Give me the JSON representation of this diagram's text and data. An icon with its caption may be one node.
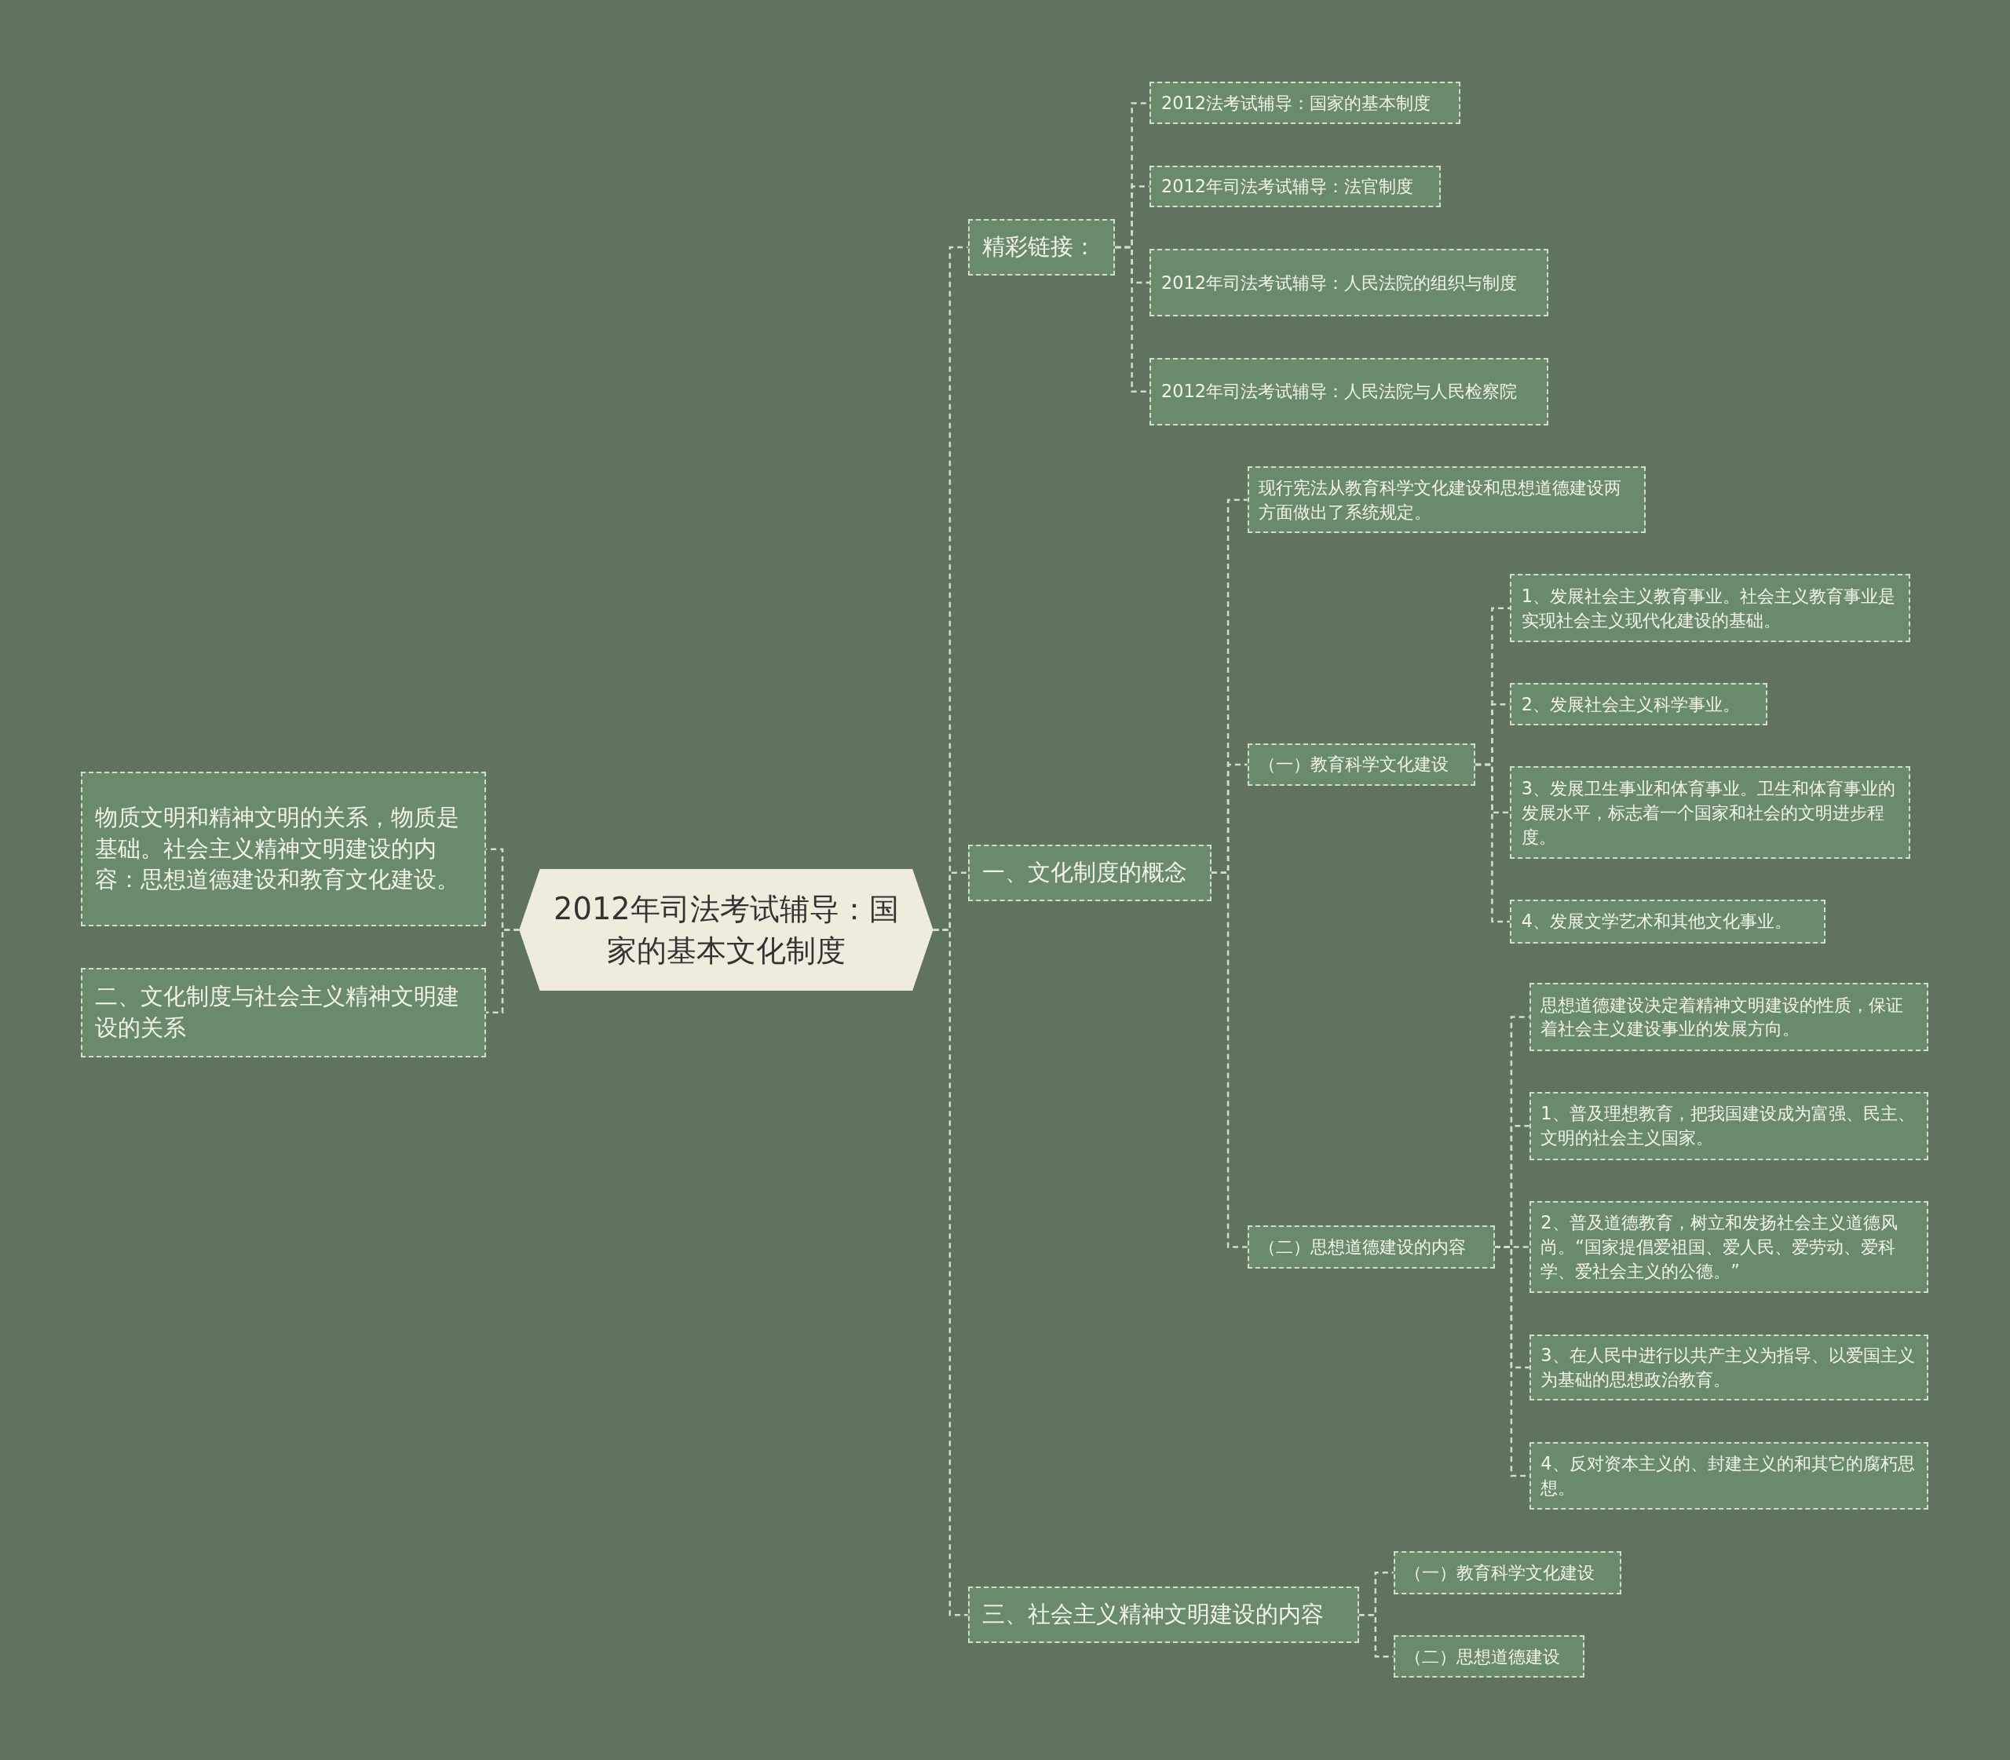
{
  "diagram": {
    "nodes": [
      {
        "text": [
          "2012年司法考试辅导：国家的基本文化制度"
        ]
      },
      {
        "text": [
          "物质文明和精神文明的关系，物质是基础。社会主义精神文明建设的内容：思想道德建设和教育文化建设。"
        ]
      },
      {
        "text": [
          "二、文化制度与社会主义精神文明建设的关系"
        ]
      },
      {
        "text": [
          "精彩链接："
        ]
      },
      {
        "text": [
          "2012法考试辅导：国家的基本制度"
        ]
      },
      {
        "text": [
          "2012年司法考试辅导：法官制度"
        ]
      },
      {
        "text": [
          "2012年司法考试辅导：人民法院的组织与制度"
        ]
      },
      {
        "text": [
          "2012年司法考试辅导：人民法院与人民检察院"
        ]
      },
      {
        "text": [
          "一、文化制度的概念"
        ]
      },
      {
        "text": [
          "现行宪法从教育科学文化建设和思想道德建设两方面做出了系统规定。"
        ]
      },
      {
        "text": [
          "（一）教育科学文化建设"
        ]
      },
      {
        "text": [
          "1、发展社会主义教育事业。社会主义教育事业是实现社会主义现代化建设的基础。"
        ]
      },
      {
        "text": [
          "2、发展社会主义科学事业。"
        ]
      },
      {
        "text": [
          "3、发展卫生事业和体育事业。卫生和体育事业的发展水平，标志着一个国家和社会的文明进步程度。"
        ]
      },
      {
        "text": [
          "4、发展文学艺术和其他文化事业。"
        ]
      },
      {
        "text": [
          "（二）思想道德建设的内容"
        ]
      },
      {
        "text": [
          "思想道德建设决定着精神文明建设的性质，保证着社会主义建设事业的发展方向。"
        ]
      },
      {
        "text": [
          "1、普及理想教育，把我国建设成为富强、民主、文明的社会主义国家。"
        ]
      },
      {
        "text": [
          "2、普及道德教育，树立和发扬社会主义道德风尚。“国家提倡爱祖国、爱人民、爱劳动、爱科学、爱社会主义的公德。”"
        ]
      },
      {
        "text": [
          "3、在人民中进行以共产主义为指导、以爱国主义为基础的思想政治教育。"
        ]
      },
      {
        "text": [
          "4、反对资本主义的、封建主义的和其它的腐朽思想。"
        ]
      },
      {
        "text": [
          "三、社会主义精神文明建设的内容"
        ]
      },
      {
        "text": [
          "（一）教育科学文化建设"
        ]
      },
      {
        "text": [
          "（二）思想道德建设"
        ]
      }
    ],
    "edges": [
      {
        "from": 0,
        "to": 1,
        "arrow": "none"
      },
      {
        "from": 0,
        "to": 2,
        "arrow": "none"
      },
      {
        "from": 0,
        "to": 3,
        "arrow": "none"
      },
      {
        "from": 3,
        "to": 4,
        "arrow": "none"
      },
      {
        "from": 3,
        "to": 5,
        "arrow": "none"
      },
      {
        "from": 3,
        "to": 6,
        "arrow": "none"
      },
      {
        "from": 3,
        "to": 7,
        "arrow": "none"
      },
      {
        "from": 0,
        "to": 8,
        "arrow": "none"
      },
      {
        "from": 8,
        "to": 9,
        "arrow": "none"
      },
      {
        "from": 8,
        "to": 10,
        "arrow": "none"
      },
      {
        "from": 10,
        "to": 11,
        "arrow": "none"
      },
      {
        "from": 10,
        "to": 12,
        "arrow": "none"
      },
      {
        "from": 10,
        "to": 13,
        "arrow": "none"
      },
      {
        "from": 10,
        "to": 14,
        "arrow": "none"
      },
      {
        "from": 8,
        "to": 15,
        "arrow": "none"
      },
      {
        "from": 15,
        "to": 16,
        "arrow": "none"
      },
      {
        "from": 15,
        "to": 17,
        "arrow": "none"
      },
      {
        "from": 15,
        "to": 18,
        "arrow": "none"
      },
      {
        "from": 15,
        "to": 19,
        "arrow": "none"
      },
      {
        "from": 15,
        "to": 20,
        "arrow": "none"
      },
      {
        "from": 0,
        "to": 21,
        "arrow": "none"
      },
      {
        "from": 21,
        "to": 22,
        "arrow": "none"
      },
      {
        "from": 21,
        "to": 23,
        "arrow": "none"
      }
    ]
  }
}
